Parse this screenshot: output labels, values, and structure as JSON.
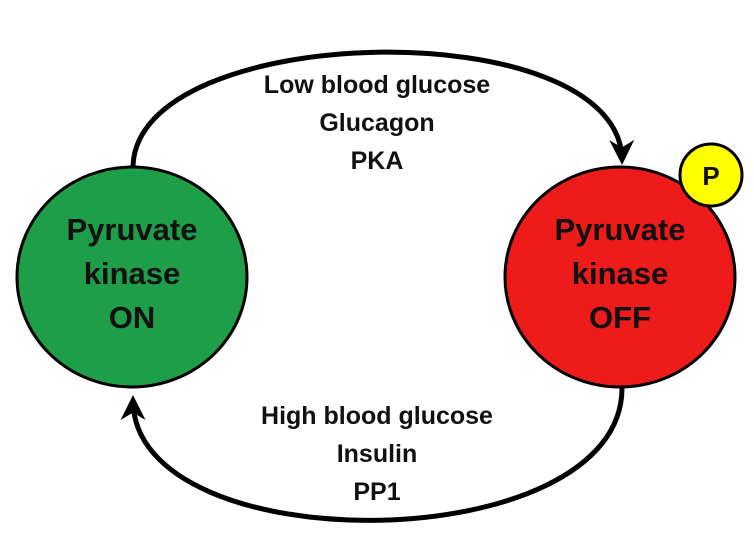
{
  "colors": {
    "on": "#1f9e4a",
    "off": "#ee1b1b",
    "phosphate": "#ffff00",
    "stroke": "#000000"
  },
  "state_on": {
    "lines": [
      "Pyruvate",
      "kinase",
      "ON"
    ]
  },
  "state_off": {
    "lines": [
      "Pyruvate",
      "kinase",
      "OFF"
    ]
  },
  "phosphate_label": "P",
  "top_arrow": {
    "lines": [
      "Low blood glucose",
      "Glucagon",
      "PKA"
    ]
  },
  "bottom_arrow": {
    "lines": [
      "High blood glucose",
      "Insulin",
      "PP1"
    ]
  }
}
